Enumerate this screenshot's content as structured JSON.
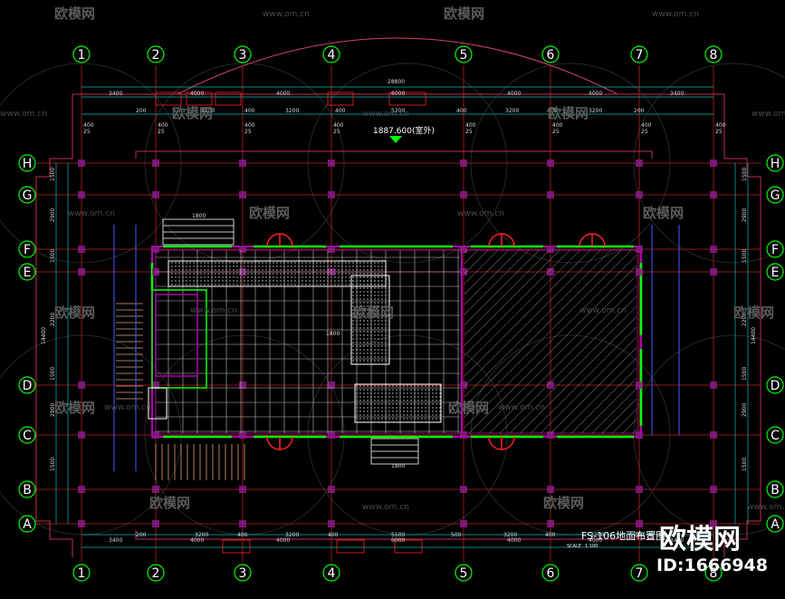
{
  "axes_numeric": [
    "1",
    "2",
    "3",
    "4",
    "5",
    "6",
    "7",
    "8"
  ],
  "axes_letters": [
    "H",
    "G",
    "F",
    "E",
    "D",
    "C",
    "B",
    "A"
  ],
  "dimensions": {
    "overall_width": "28800",
    "top_main": [
      "3400",
      "4000",
      "4000",
      "6000",
      "4000",
      "4000",
      "3400"
    ],
    "top_sub": [
      "200",
      "3200",
      "400",
      "3200",
      "400",
      "5200",
      "400",
      "3200",
      "400",
      "3200",
      "200"
    ],
    "col_marks": [
      "25",
      "400"
    ],
    "bottom_main": [
      "3400",
      "4000",
      "4000",
      "6000",
      "4000",
      "4000",
      "3400"
    ],
    "bottom_sub": [
      "200",
      "3200",
      "400",
      "3200",
      "400",
      "5100",
      "500",
      "3200",
      "400",
      "3200",
      "200"
    ],
    "side_overall": "14400",
    "side_sub": [
      "1500",
      "2900",
      "1500",
      "2200",
      "1500",
      "2900",
      "1500"
    ],
    "stair_labels": [
      "1800",
      "1800",
      "1800"
    ]
  },
  "level_label": "1887.600(室外)",
  "drawing_title": "FS-106地面布置图",
  "scale_label": "SCALE",
  "scale_value": "1:100",
  "watermark": {
    "logo": "欧模网",
    "url": "www.om.cn"
  },
  "brand": {
    "name": "欧模网",
    "id": "ID:1666948"
  },
  "colors": {
    "background": "#000000",
    "axis_circle": "#00ff00",
    "grid_line": "#ff3030",
    "wall": "#b000b0",
    "window": "#00ff00",
    "door": "#ff2020",
    "floor_grid": "#c8c8c8",
    "dimension": "#00ffff"
  }
}
